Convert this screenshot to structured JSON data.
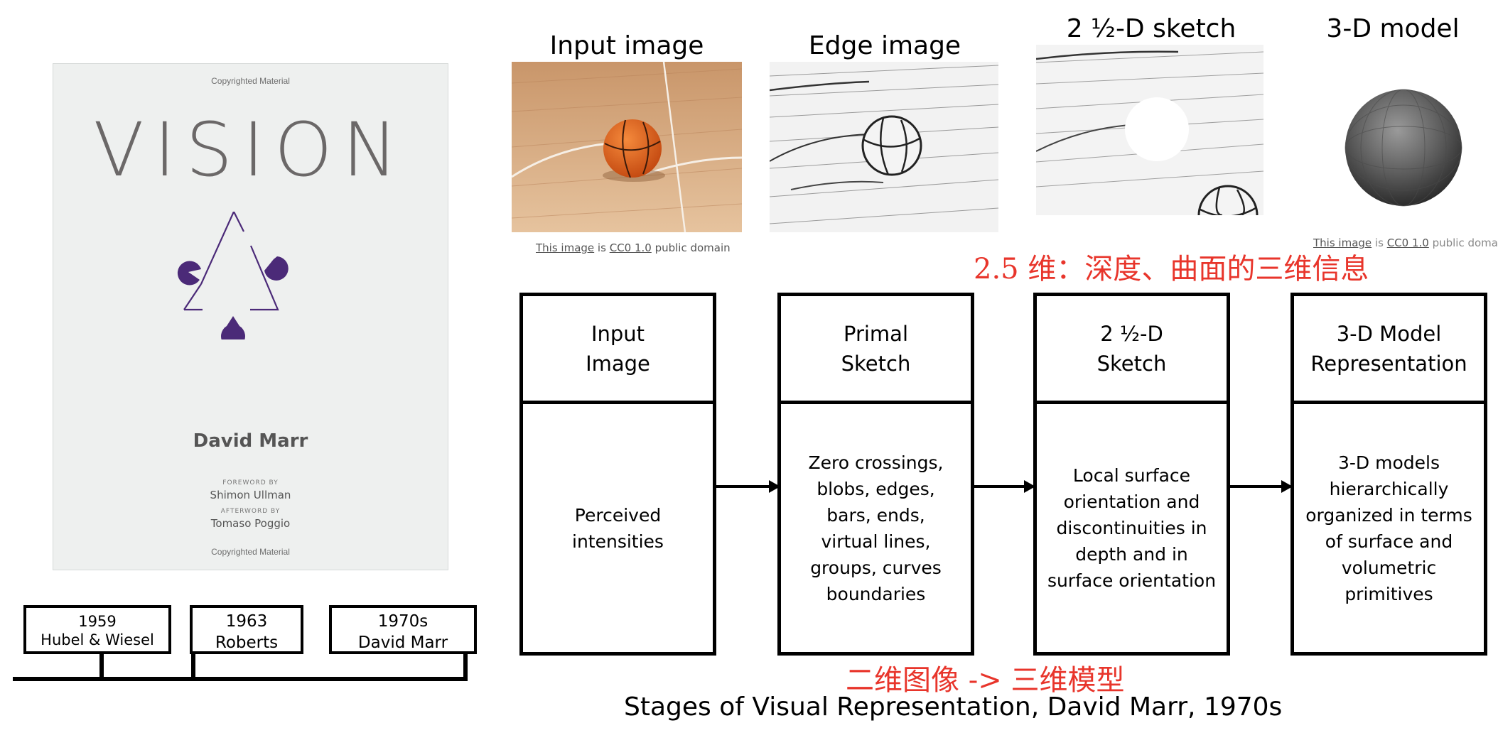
{
  "book": {
    "copyright_top": "Copyrighted Material",
    "title": "VISION",
    "author": "David Marr",
    "foreword_label": "FOREWORD BY",
    "foreword_name": "Shimon Ullman",
    "afterword_label": "AFTERWORD BY",
    "afterword_name": "Tomaso Poggio",
    "copyright_bottom": "Copyrighted Material"
  },
  "timeline": [
    {
      "year": "1959",
      "name": "Hubel & Wiesel"
    },
    {
      "year": "1963",
      "name": "Roberts"
    },
    {
      "year": "1970s",
      "name": "David Marr"
    }
  ],
  "stages_images": [
    {
      "title": "Input image"
    },
    {
      "title": "Edge image"
    },
    {
      "title": "2 ½-D sketch"
    },
    {
      "title": "3-D model"
    }
  ],
  "credit": {
    "link1": "This image",
    "mid": " is ",
    "link2": "CC0 1.0",
    "tail": " public domain"
  },
  "annotation_top": "2.5 维：深度、曲面的三维信息",
  "pipeline": [
    {
      "head": "Input\nImage",
      "body": "Perceived\nintensities"
    },
    {
      "head": "Primal\nSketch",
      "body": "Zero crossings,\nblobs, edges,\nbars, ends,\nvirtual lines,\ngroups, curves\nboundaries"
    },
    {
      "head": "2 ½-D\nSketch",
      "body": "Local surface\norientation and\ndiscontinuities in\ndepth and in\nsurface orientation"
    },
    {
      "head": "3-D Model\nRepresentation",
      "body": "3-D models\nhierarchically\norganized in terms\nof surface and\nvolumetric\nprimitives"
    }
  ],
  "annotation_bottom": "二维图像 -> 三维模型",
  "caption": "Stages of Visual Representation, David Marr, 1970s"
}
